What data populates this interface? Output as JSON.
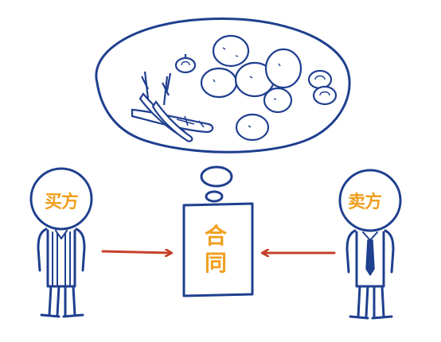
{
  "buyer": {
    "label": "买方"
  },
  "seller": {
    "label": "卖方"
  },
  "contract": {
    "label": "合同"
  },
  "colors": {
    "outline": "#1f3f8f",
    "arrow": "#c6402a",
    "label": "#f0a01e"
  },
  "thought_bubble": {
    "items": [
      "carrots",
      "potatoes",
      "pumpkins"
    ]
  }
}
